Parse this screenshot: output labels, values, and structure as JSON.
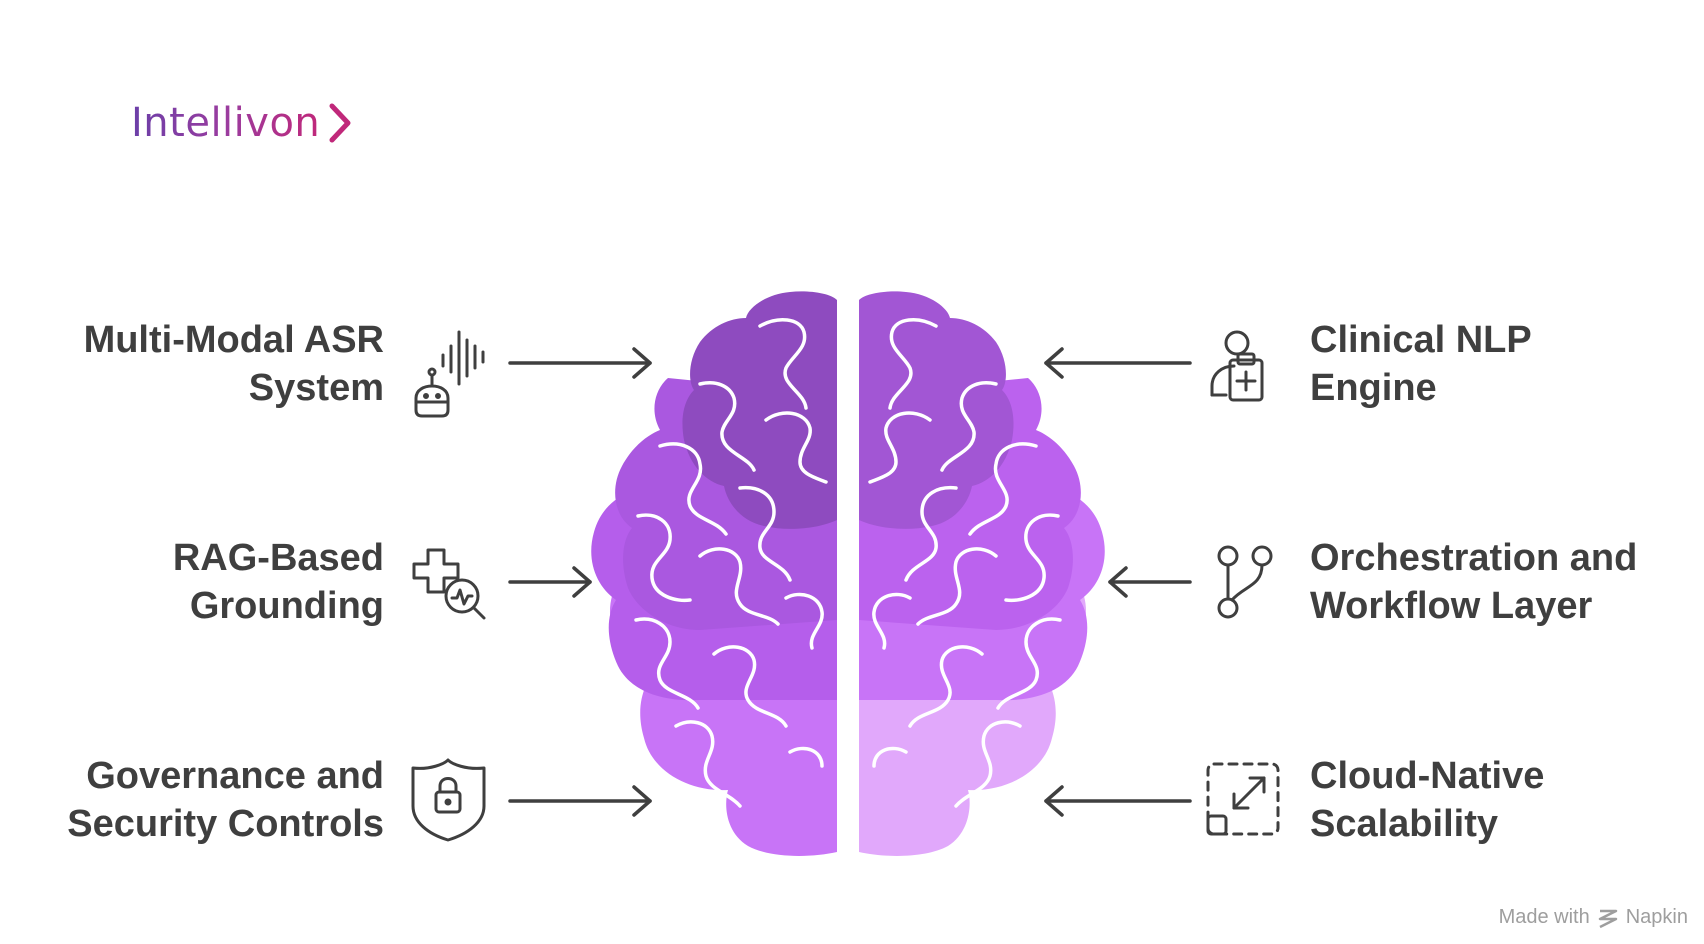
{
  "brand": {
    "name": "Intellivon"
  },
  "items": {
    "left": [
      {
        "line1": "Multi-Modal ASR",
        "line2": "System",
        "icon": "robot-soundwave-icon"
      },
      {
        "line1": "RAG-Based",
        "line2": "Grounding",
        "icon": "medical-search-icon"
      },
      {
        "line1": "Governance and",
        "line2": "Security Controls",
        "icon": "shield-lock-icon"
      }
    ],
    "right": [
      {
        "line1": "Clinical NLP",
        "line2": "Engine",
        "icon": "clinician-clipboard-icon"
      },
      {
        "line1": "Orchestration and",
        "line2": "Workflow Layer",
        "icon": "workflow-branch-icon"
      },
      {
        "line1": "Cloud-Native",
        "line2": "Scalability",
        "icon": "scale-expand-icon"
      }
    ]
  },
  "colors": {
    "text": "#3f3f3f",
    "icon": "#3f3f3f",
    "brain_dark": "#8e4bbf",
    "brain_mid": "#b061e6",
    "brain_light": "#c874f7",
    "brain_pale": "#e1a8fb"
  },
  "footer": {
    "text": "Made with",
    "brand": "Napkin"
  }
}
